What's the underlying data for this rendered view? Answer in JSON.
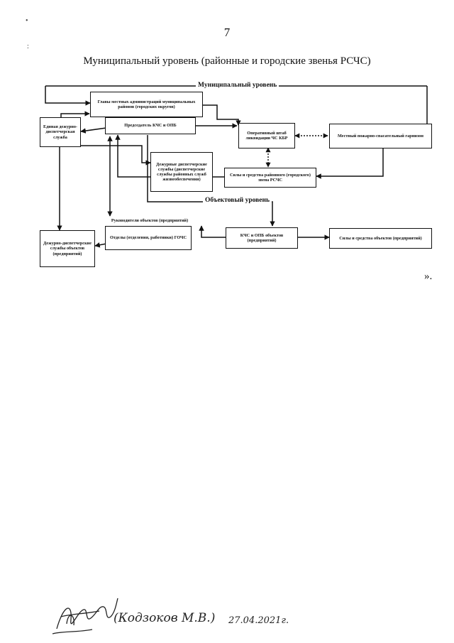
{
  "page": {
    "number": "7",
    "title": "Муниципальный уровень (районные и городские звенья РСЧС)",
    "closing_quote": "».",
    "margin_marks": [
      "•",
      ":"
    ]
  },
  "diagram": {
    "levels": {
      "municipal": "Муниципальный уровень",
      "object": "Объектовый уровень"
    },
    "boxes": {
      "heads": "Главы местных администраций муниципальных районов (городских округов)",
      "chair_kchs": "Председатель КЧС и ОПБ",
      "edds": "Единая дежурно-диспетчерская служба",
      "op_hq": "Оперативный штаб ликвидации ЧС КБР",
      "fire_garrison": "Местный пожарно-спасательный гарнизон",
      "duty_services": "Дежурные диспетчерские службы (диспетчерские службы районных служб жизнеобеспечения)",
      "forces_district": "Силы и средства районного (городского) звена РСЧС",
      "obj_heads": "Руководители объектов (предприятий)",
      "obj_gochs": "Отделы (отделения, работники) ГОЧС",
      "obj_duty": "Дежурно-диспетчерские службы объектов (предприятий)",
      "obj_kchs": "КЧС и ОПБ объектов (предприятий)",
      "obj_forces": "Силы и средства объектов (предприятий)"
    }
  },
  "signature": {
    "name": "(Кодзоков М.В.)",
    "date": "27.04.2021г."
  }
}
